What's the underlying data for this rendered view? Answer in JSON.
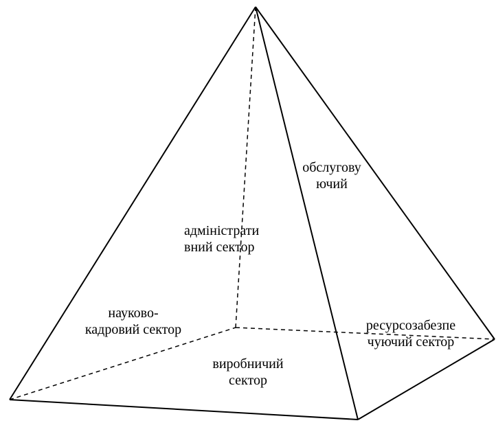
{
  "sectors": {
    "administrative": {
      "line1": "адміністрати",
      "line2": "вний сектор"
    },
    "service": {
      "line1": "обслугову",
      "line2": "ючий"
    },
    "scientific_personnel": {
      "line1": "науково-",
      "line2": "кадровий сектор"
    },
    "resource_supply": {
      "line1": "ресурсозабезпе",
      "line2": "чуючий сектор"
    },
    "production": {
      "line1": "виробничий",
      "line2": "сектор"
    }
  },
  "colors": {
    "line": "#000000",
    "background": "#ffffff"
  }
}
